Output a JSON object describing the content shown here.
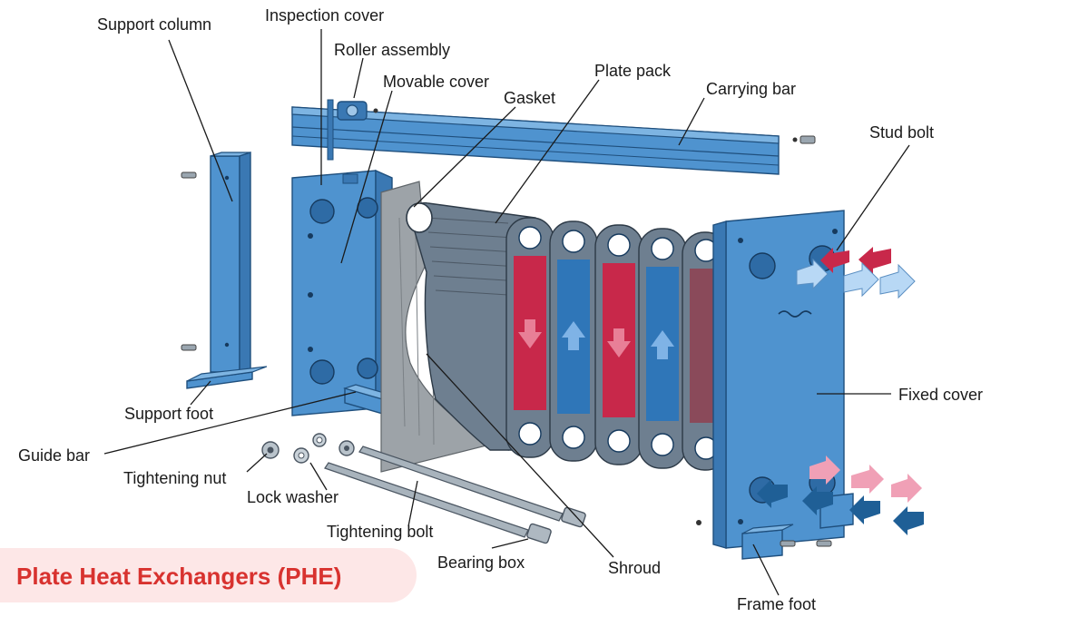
{
  "labels": {
    "support_column": "Support column",
    "inspection_cover": "Inspection cover",
    "roller_assembly": "Roller assembly",
    "movable_cover": "Movable cover",
    "gasket": "Gasket",
    "plate_pack": "Plate pack",
    "carrying_bar": "Carrying bar",
    "stud_bolt": "Stud bolt",
    "fixed_cover": "Fixed cover",
    "support_foot": "Support foot",
    "guide_bar": "Guide bar",
    "tightening_nut": "Tightening nut",
    "lock_washer": "Lock washer",
    "tightening_bolt": "Tightening bolt",
    "bearing_box": "Bearing box",
    "shroud": "Shroud",
    "frame_foot": "Frame foot"
  },
  "badge": {
    "text": "Plate Heat Exchangers (PHE)"
  },
  "colors": {
    "steel": "#4f93cf",
    "hot_fluid": "#c8284a",
    "cold_fluid": "#2f76b8",
    "badge_bg": "#fde7e7",
    "badge_text": "#d8322f"
  }
}
